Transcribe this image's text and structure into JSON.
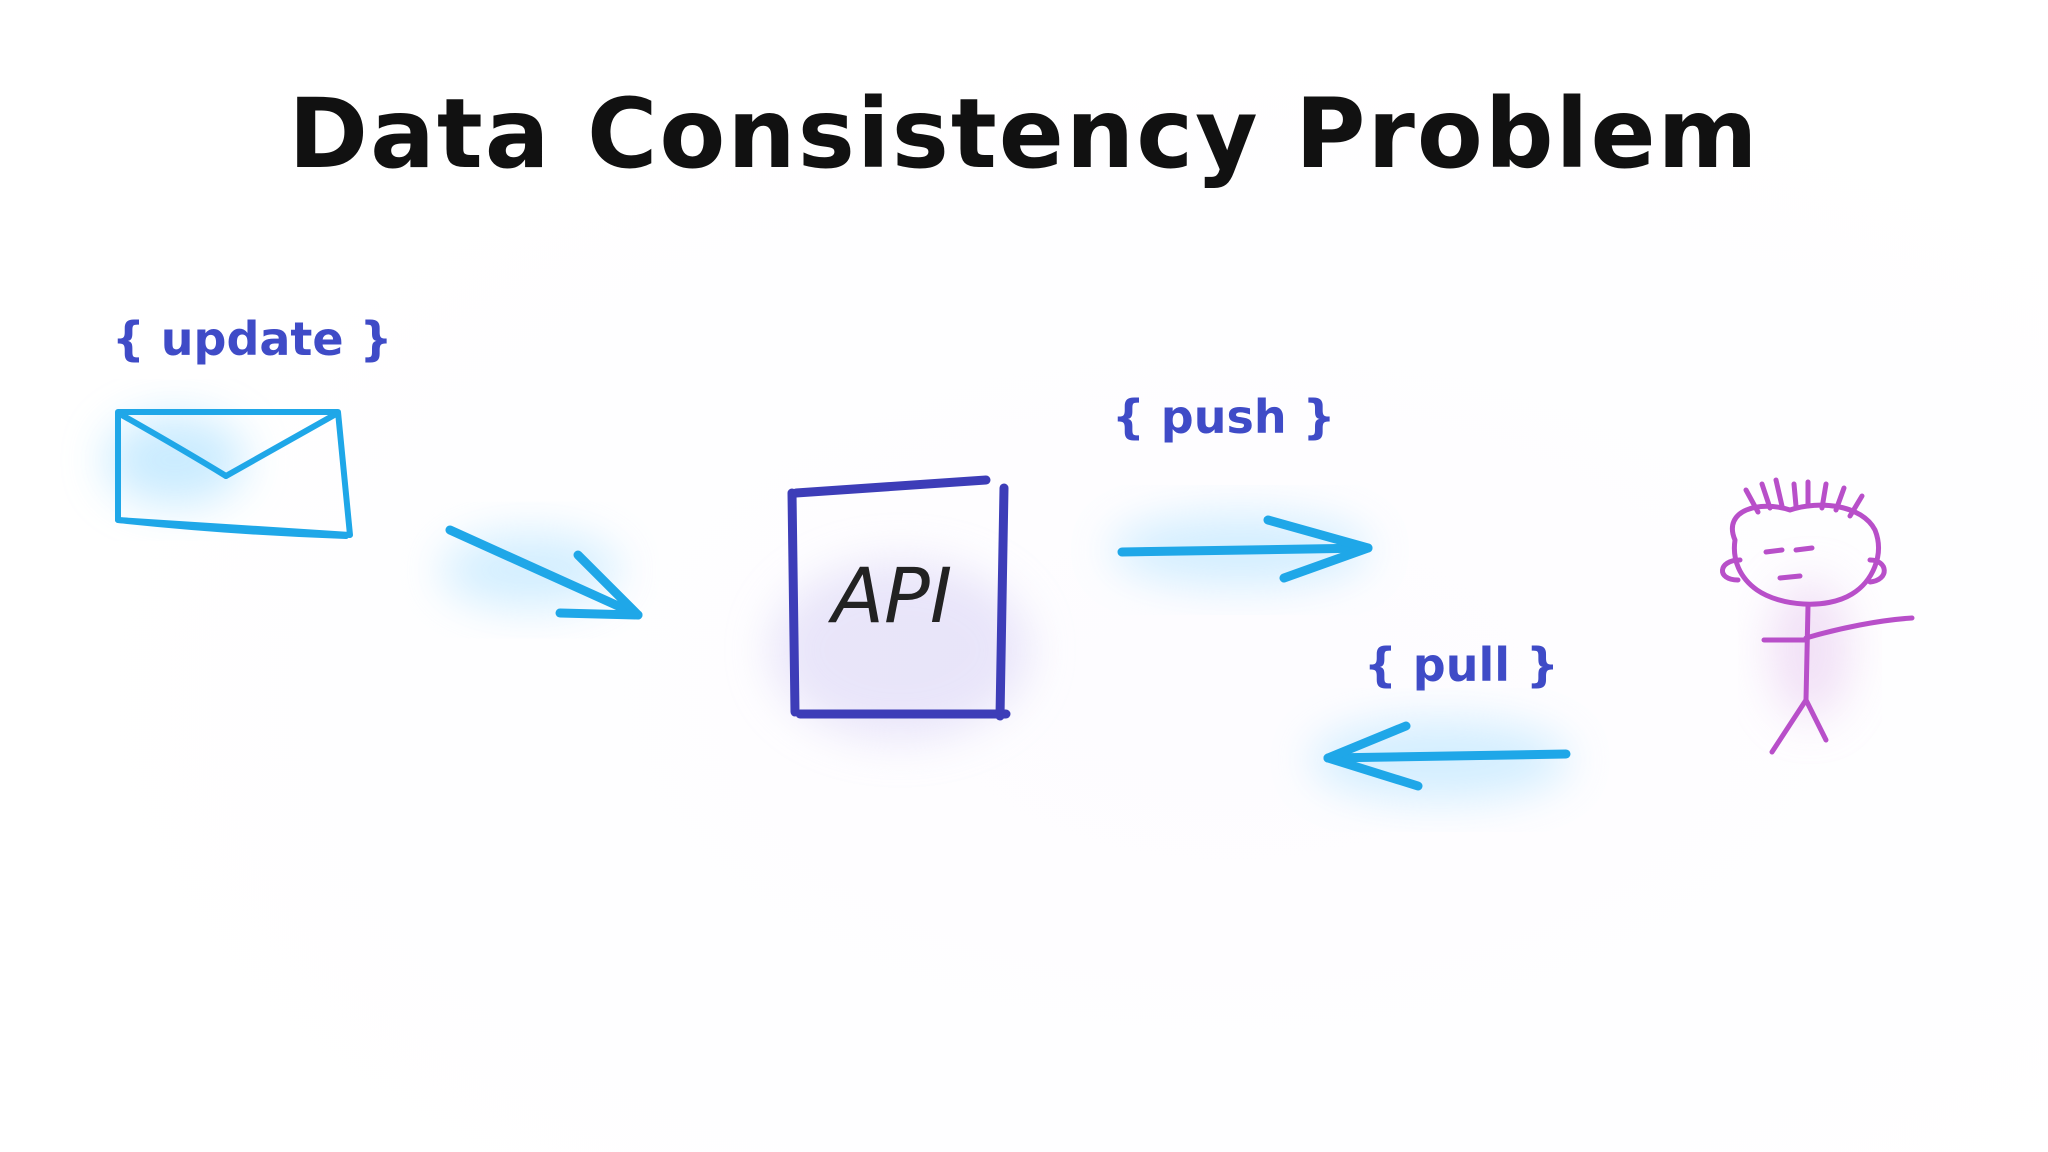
{
  "title": "Data Consistency Problem",
  "labels": {
    "update": "{ update }",
    "push": "{ push }",
    "pull": "{ pull }",
    "api": "API"
  },
  "icons": {
    "message": "envelope-icon",
    "user": "stick-figure-icon"
  },
  "colors": {
    "accent_blue": "#1fa7e8",
    "label_indigo": "#3f4bc7",
    "api_box": "#3d3db8",
    "user_magenta": "#b84fc9"
  }
}
